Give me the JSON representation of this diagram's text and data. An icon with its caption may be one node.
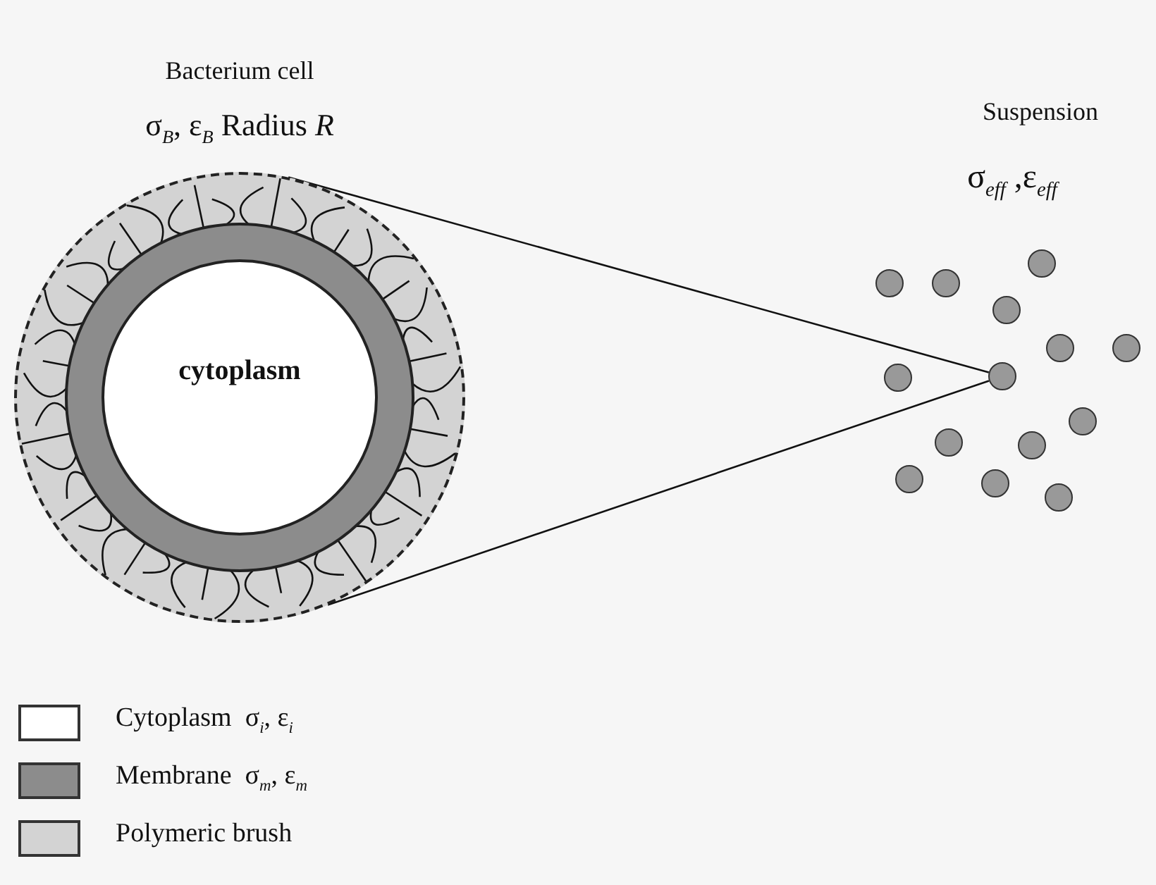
{
  "diagram": {
    "nodes": [
      {
        "text": [
          "Bacterium cell",
          "σ$_{B}$, ε$_{B}$   Radius *R*"
        ]
      },
      {
        "text": [],
        "shape": "circle",
        "in": 0
      },
      {
        "text": [
          "cytoplasm"
        ],
        "in": 1
      },
      {
        "text": [],
        "shape": "circle"
      },
      {
        "text": [],
        "shape": "circle"
      },
      {
        "text": [],
        "shape": "circle"
      },
      {
        "text": [],
        "shape": "circle"
      },
      {
        "text": [],
        "shape": "circle"
      },
      {
        "text": [],
        "shape": "circle"
      },
      {
        "text": [],
        "shape": "circle"
      },
      {
        "text": [],
        "shape": "circle"
      },
      {
        "text": [],
        "shape": "circle"
      },
      {
        "text": [],
        "shape": "circle"
      },
      {
        "text": [],
        "shape": "circle"
      },
      {
        "text": [],
        "shape": "circle"
      },
      {
        "text": [],
        "shape": "circle"
      },
      {
        "text": [],
        "shape": "circle"
      }
    ],
    "edges": [
      {
        "from": 0,
        "to": 9,
        "arrow": "none"
      },
      {
        "from": 0,
        "to": 9,
        "arrow": "none"
      }
    ],
    "labels": [
      "Suspension",
      "σ$_{eff}$ ,ε$_{eff}$"
    ],
    "legend": [
      {
        "text": "Cytoplasm  σ$_{i}$, ε$_{i}$",
        "color": "#ffffff"
      },
      {
        "text": "Membrane  σ$_{m}$, ε$_{m}$",
        "color": "#8c8c8c"
      },
      {
        "text": "Polymeric brush",
        "color": "#d3d3d3"
      }
    ]
  }
}
